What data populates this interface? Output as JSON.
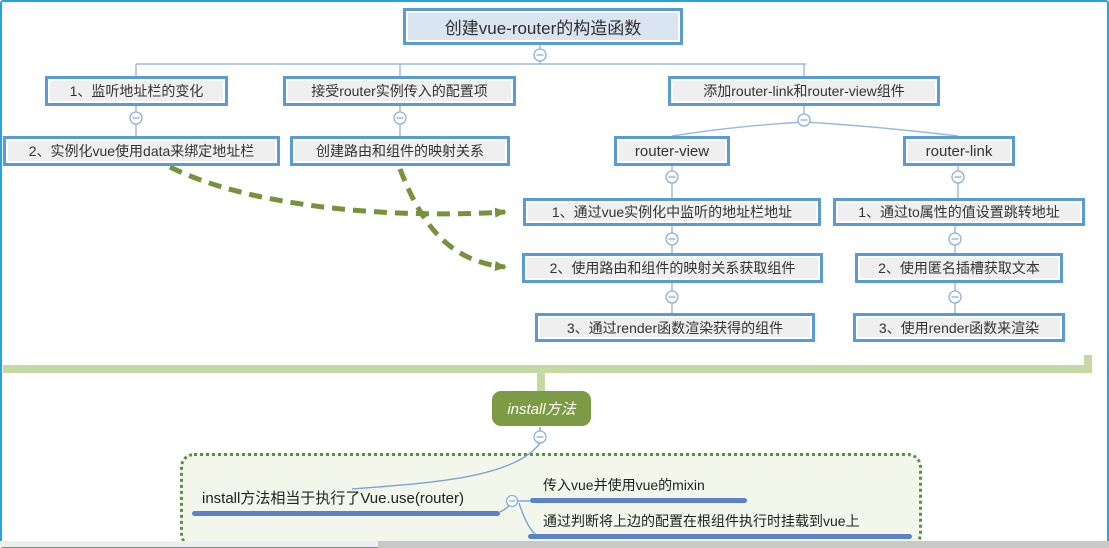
{
  "root": {
    "title": "创建vue-router的构造函数"
  },
  "branches": {
    "listen": {
      "title": "1、监听地址栏的变化",
      "child": "2、实例化vue使用data来绑定地址栏"
    },
    "options": {
      "title": "接受router实例传入的配置项",
      "child": "创建路由和组件的映射关系"
    },
    "components": {
      "title": "添加router-link和router-view组件",
      "router_view": {
        "title": "router-view",
        "steps": [
          "1、通过vue实例化中监听的地址栏地址",
          "2、使用路由和组件的映射关系获取组件",
          "3、通过render函数渲染获得的组件"
        ]
      },
      "router_link": {
        "title": "router-link",
        "steps": [
          "1、通过to属性的值设置跳转地址",
          "2、使用匿名插槽获取文本",
          "3、使用render函数来渲染"
        ]
      }
    }
  },
  "install": {
    "topic": "install方法",
    "note": "install方法相当于执行了Vue.use(router)",
    "details": [
      "传入vue并使用vue的mixin",
      "通过判断将上边的配置在根组件执行时挂载到vue上"
    ]
  },
  "colors": {
    "node_border": "#5b9bd5",
    "node_fill": "#efefef",
    "root_fill": "#dbe5f1",
    "connector_blue": "#9ab8dc",
    "arrow_green": "#76923c",
    "separator_green": "#c5d9a2",
    "install_green": "#7d9b44",
    "underline_blue": "#5b82c8",
    "frame_blue": "#2aa2dd"
  }
}
